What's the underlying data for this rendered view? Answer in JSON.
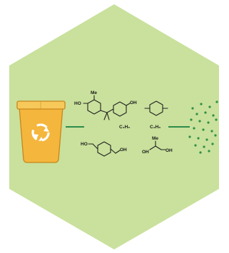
{
  "colors": {
    "hexagon_fill": "#c9e19c",
    "connector": "#2e8b4a",
    "particles": "#2f8f47",
    "bin_body": "#f4b63c",
    "bin_lid": "#f7c95a",
    "bin_stroke": "#c7861c",
    "recycle_symbol": "#ffffff",
    "bond": "#222222"
  },
  "icons": {
    "bin": "recycling-bin-icon",
    "recycle": "recycle-symbol-icon",
    "particles": "dispersed-particles-icon"
  },
  "labels": {
    "ho_left": "HO",
    "me": "Me",
    "oh_right": "OH",
    "c2h5_a": "C₂H₅",
    "c2h5_b": "C₂H₅",
    "ho_diol": "HO",
    "oh_diol": "OH",
    "me_glycol": "Me",
    "oh_glycol_left": "OH",
    "oh_glycol_right": "OH"
  }
}
